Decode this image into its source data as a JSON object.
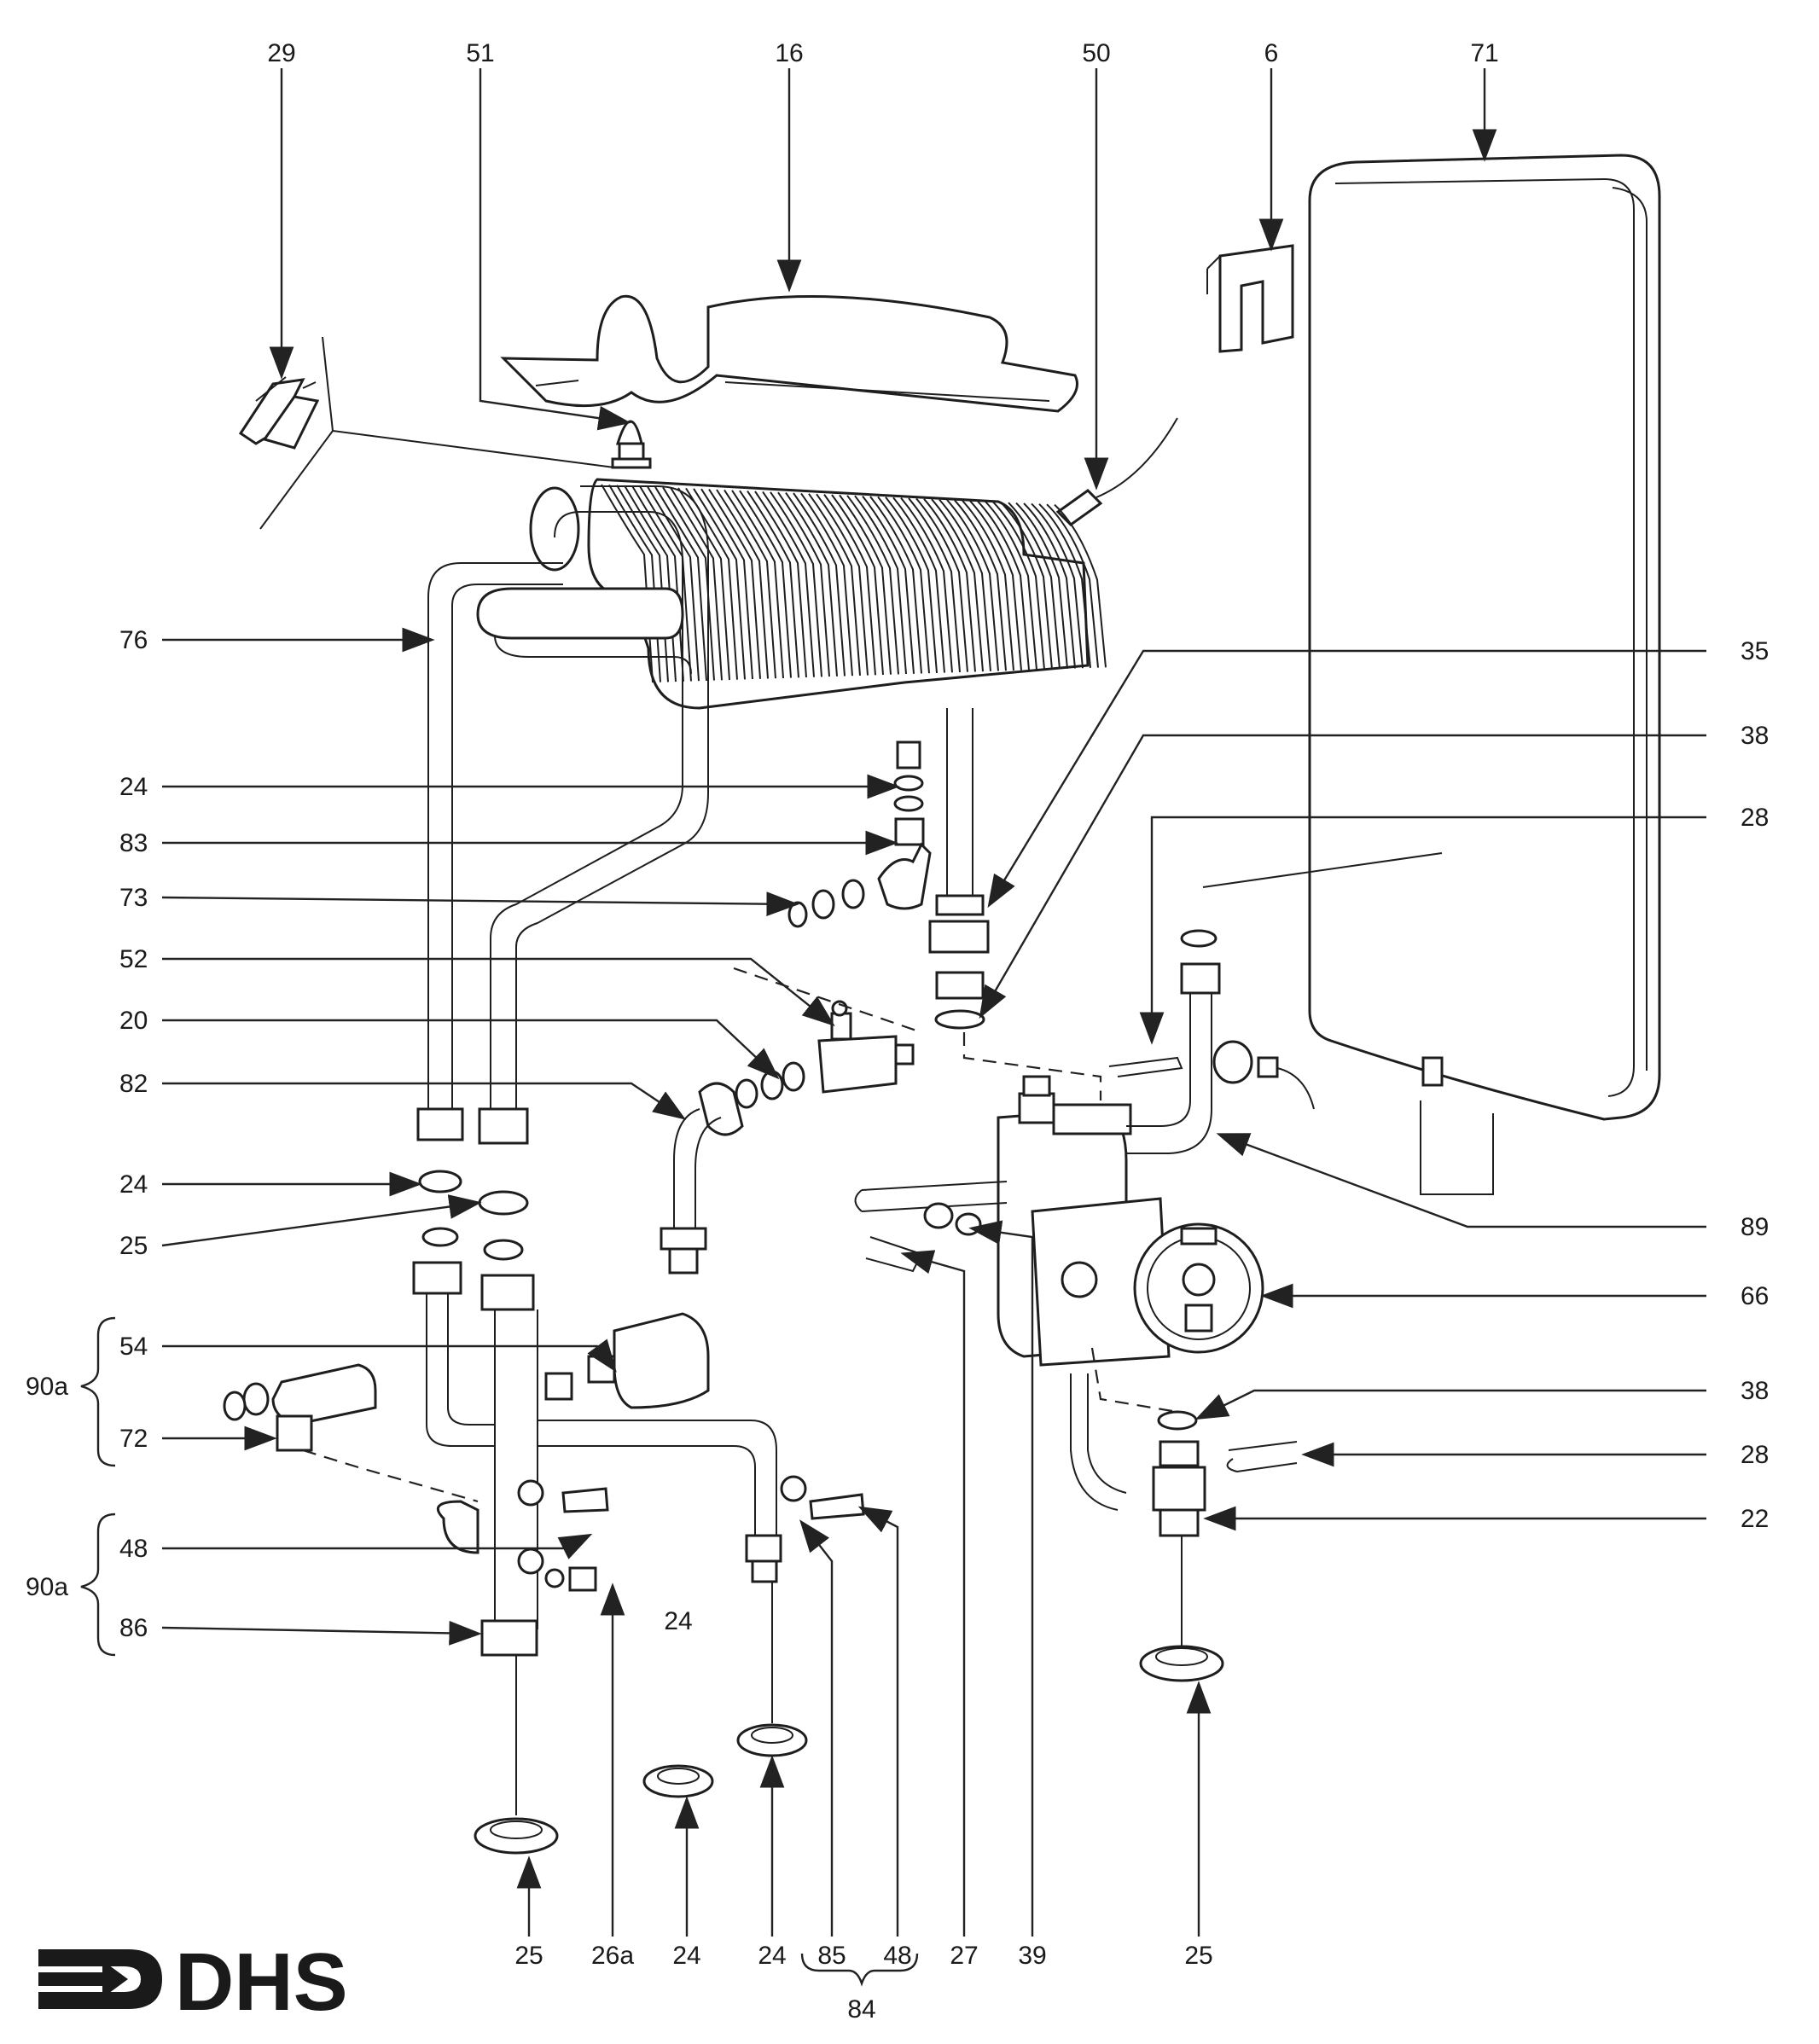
{
  "callouts": {
    "c29": "29",
    "c51": "51",
    "c16": "16",
    "c50": "50",
    "c6": "6",
    "c71": "71",
    "c76": "76",
    "c24a": "24",
    "c83": "83",
    "c73": "73",
    "c52": "52",
    "c20": "20",
    "c82": "82",
    "c24b": "24",
    "c25a": "25",
    "c54": "54",
    "c72": "72",
    "c48a": "48",
    "c86": "86",
    "c90a1": "90a",
    "c90a2": "90a",
    "c35": "35",
    "c38a": "38",
    "c28a": "28",
    "c89": "89",
    "c66": "66",
    "c38b": "38",
    "c28b": "28",
    "c22": "22",
    "b25a": "25",
    "b26a": "26a",
    "b24a": "24",
    "b24b": "24",
    "b85": "85",
    "b48": "48",
    "b27": "27",
    "b39": "39",
    "b25b": "25",
    "b84": "84",
    "mid24": "24"
  },
  "logo": {
    "text": "DHS",
    "color": "#1a1a1a"
  }
}
